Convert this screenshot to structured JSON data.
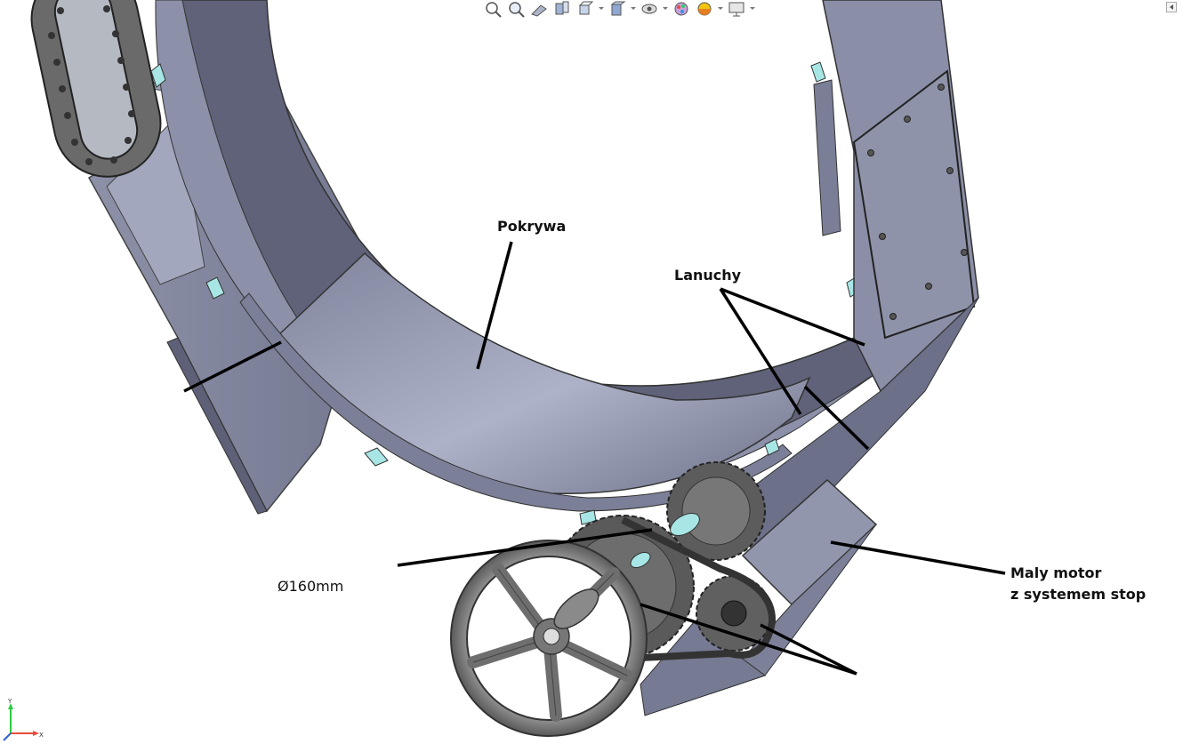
{
  "labels": {
    "pokrywa": "Pokrywa",
    "lanuchy": "Lanuchy",
    "motor_line1": "Maly motor",
    "motor_line2": "z systemem stop",
    "diameter": "Ø160mm"
  },
  "triad": {
    "x_axis": "X",
    "y_axis": "Y"
  },
  "toolbar": {
    "icons": [
      "zoom-to-fit-icon",
      "zoom-area-icon",
      "previous-view-icon",
      "section-view-icon",
      "view-orientation-icon",
      "display-style-icon",
      "hide-show-icon",
      "edit-appearance-icon",
      "apply-scene-icon",
      "view-settings-icon"
    ]
  },
  "colors": {
    "body": "#8a8ea6",
    "body_dark": "#5e6178",
    "body_light": "#a9adc4",
    "accent_glass": "#a8e6e6",
    "leader": "#000000"
  }
}
